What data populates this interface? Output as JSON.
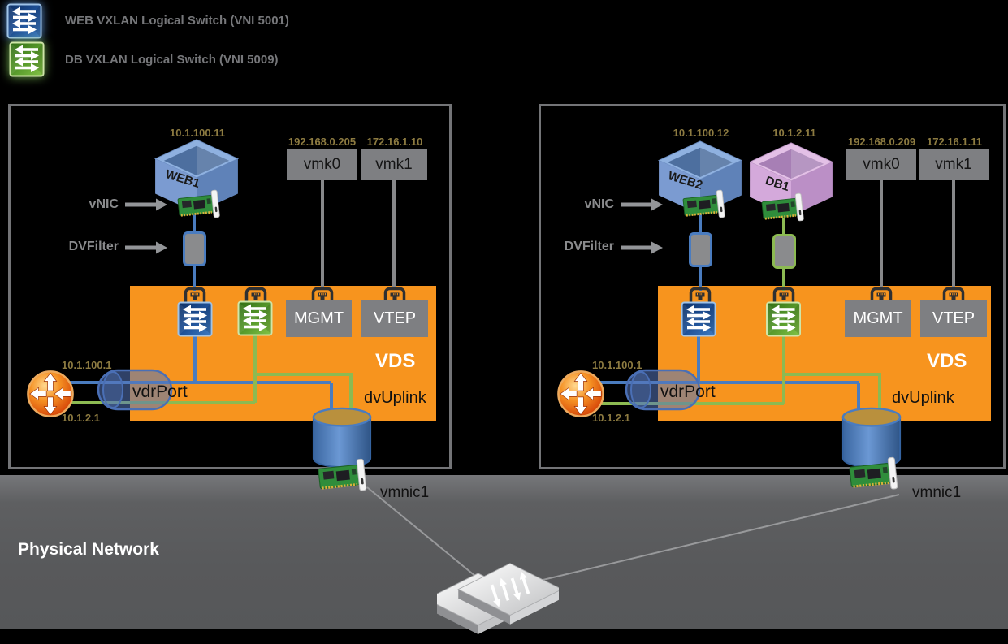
{
  "legend": {
    "items": [
      {
        "icon": "web-logical-switch-icon",
        "label": "WEB VXLAN Logical Switch (VNI 5001)"
      },
      {
        "icon": "db-logical-switch-icon",
        "label": "DB VXLAN Logical Switch (VNI 5009)"
      }
    ]
  },
  "hosts": [
    {
      "vms": [
        {
          "name": "WEB1",
          "ip": "10.1.100.11",
          "network": "web"
        }
      ],
      "vmks": [
        {
          "label": "vmk0",
          "ip": "192.168.0.205"
        },
        {
          "label": "vmk1",
          "ip": "172.16.1.10"
        }
      ],
      "labels": {
        "vnic": "vNIC",
        "dvfilter": "DVFilter",
        "mgmt": "MGMT",
        "vtep": "VTEP",
        "vds": "VDS",
        "vdrport": "vdrPort",
        "dvuplink": "dvUplink",
        "vmnic": "vmnic1"
      },
      "router": {
        "ip_top": "10.1.100.1",
        "ip_bottom": "10.1.2.1"
      }
    },
    {
      "vms": [
        {
          "name": "WEB2",
          "ip": "10.1.100.12",
          "network": "web"
        },
        {
          "name": "DB1",
          "ip": "10.1.2.11",
          "network": "db"
        }
      ],
      "vmks": [
        {
          "label": "vmk0",
          "ip": "192.168.0.209"
        },
        {
          "label": "vmk1",
          "ip": "172.16.1.11"
        }
      ],
      "labels": {
        "vnic": "vNIC",
        "dvfilter": "DVFilter",
        "mgmt": "MGMT",
        "vtep": "VTEP",
        "vds": "VDS",
        "vdrport": "vdrPort",
        "dvuplink": "dvUplink",
        "vmnic": "vmnic1"
      },
      "router": {
        "ip_top": "10.1.100.1",
        "ip_bottom": "10.1.2.1"
      }
    }
  ],
  "physical_network": {
    "label": "Physical Network"
  },
  "colors": {
    "vds_orange": "#F7941E",
    "web_blue": "#4a7cbf",
    "db_green": "#8cba52",
    "band_gray": "#58595b",
    "ip_text": "#8d7b41"
  }
}
